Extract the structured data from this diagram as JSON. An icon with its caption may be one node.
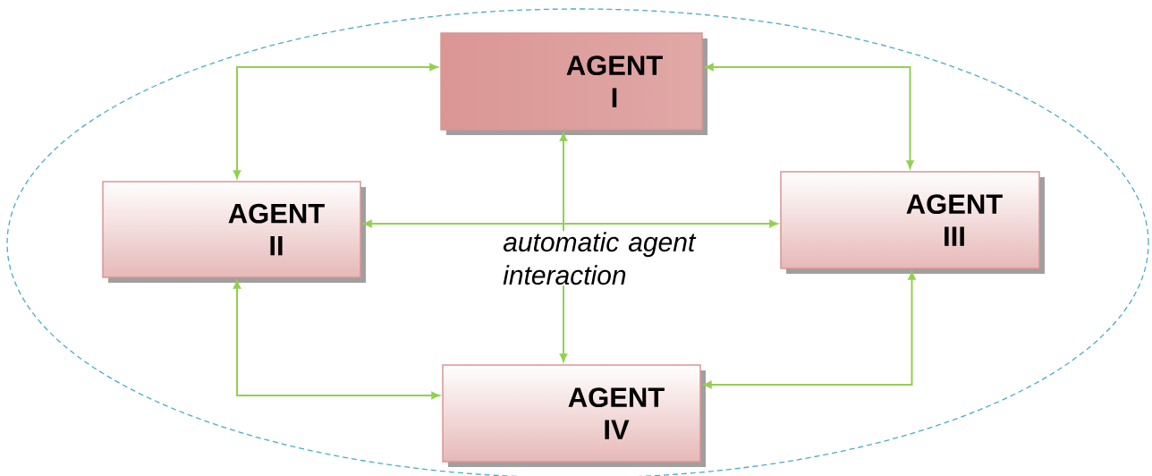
{
  "diagram": {
    "nodes": [
      {
        "text": [],
        "shape": "ellipse"
      },
      {
        "text": [
          "AGENT I"
        ],
        "in": 0
      },
      {
        "text": [
          "AGENT II"
        ],
        "in": 0
      },
      {
        "text": [
          "AGENT III"
        ],
        "in": 0
      },
      {
        "text": [
          "AGENT IV"
        ],
        "in": 0
      }
    ],
    "edges": [
      {
        "from": 1,
        "to": 2,
        "arrow": "both"
      },
      {
        "from": 1,
        "to": 3,
        "arrow": "both"
      },
      {
        "from": 1,
        "to": 4,
        "arrow": "both"
      },
      {
        "from": 2,
        "to": 3,
        "arrow": "both"
      },
      {
        "from": 2,
        "to": 4,
        "arrow": "both"
      },
      {
        "from": 3,
        "to": 4,
        "arrow": "both"
      }
    ],
    "labels": [
      "automatic agent interaction"
    ]
  }
}
